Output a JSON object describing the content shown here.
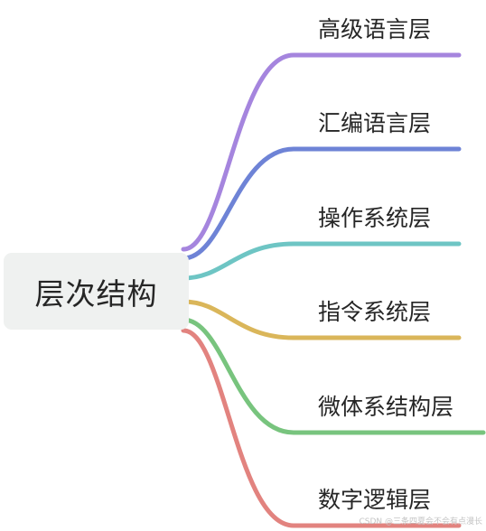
{
  "root": {
    "label": "层次结构"
  },
  "branches": [
    {
      "label": "高级语言层",
      "color": "#a585de"
    },
    {
      "label": "汇编语言层",
      "color": "#6e83d6"
    },
    {
      "label": "操作系统层",
      "color": "#6ec5c4"
    },
    {
      "label": "指令系统层",
      "color": "#dab65a"
    },
    {
      "label": "微体系结构层",
      "color": "#78c47e"
    },
    {
      "label": "数字逻辑层",
      "color": "#e2837f"
    }
  ],
  "watermark": "CSDN @三条四夏会不会有点漫长"
}
